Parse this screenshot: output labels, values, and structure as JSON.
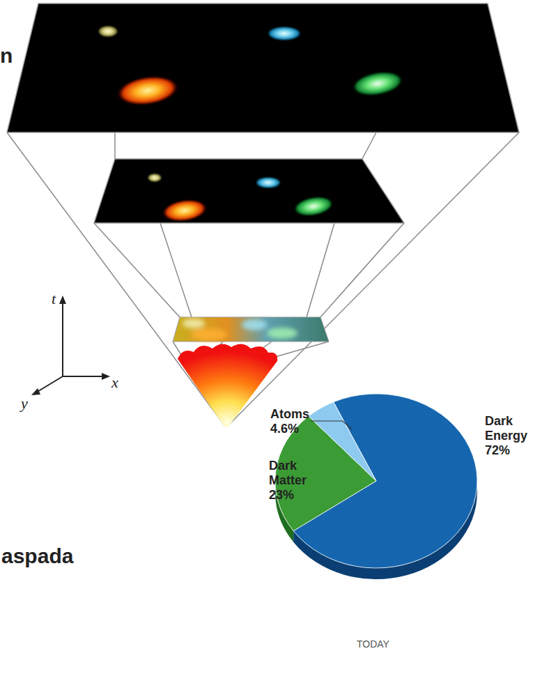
{
  "diagram": {
    "labels": [
      "n",
      "t",
      "x",
      "y",
      "Atoms 4.6%",
      "Dark Energy 72%",
      "Dark Matter 23%",
      "aspada",
      "TODAY"
    ]
  }
}
